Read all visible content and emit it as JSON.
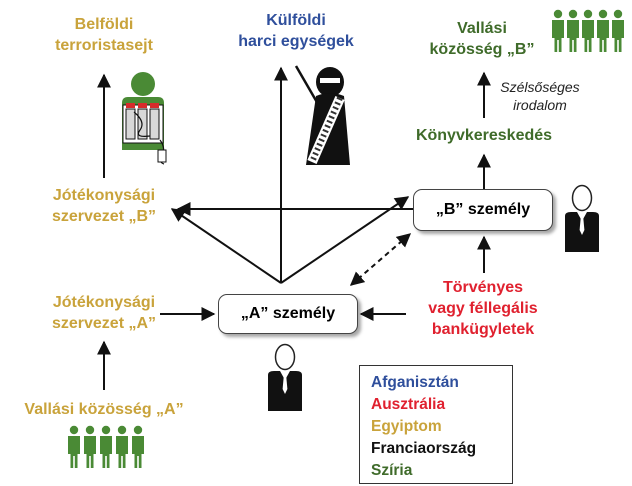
{
  "labels": {
    "domestic_terror": [
      "Belföldi",
      "terroristasejt"
    ],
    "foreign_units": [
      "Külföldi",
      "harci egységek"
    ],
    "religious_b": [
      "Vallási",
      "közösség „B”"
    ],
    "extremist_lit": [
      "Szélsőséges",
      "irodalom"
    ],
    "bookstore": "Könyvkereskedés",
    "charity_b": [
      "Jótékonysági",
      "szervezet „B”"
    ],
    "person_b": "„B” személy",
    "legal_banking": [
      "Törvényes",
      "vagy féllegális",
      "bankügyletek"
    ],
    "charity_a": [
      "Jótékonysági",
      "szervezet „A”"
    ],
    "person_a": "„A” személy",
    "religious_a": "Vallási közösség „A”"
  },
  "legend": [
    {
      "text": "Afganisztán",
      "color": "#2f4f9c"
    },
    {
      "text": "Ausztrália",
      "color": "#e0212f"
    },
    {
      "text": "Egyiptom",
      "color": "#c9a33b"
    },
    {
      "text": "Franciaország",
      "color": "#111111"
    },
    {
      "text": "Szíria",
      "color": "#3f6b2a"
    }
  ],
  "colors": {
    "egypt_gold": "#c9a33b",
    "afghanistan_blue": "#2f4f9c",
    "syria_green": "#3f6b2a",
    "australia_red": "#e0212f",
    "crowd_green": "#4a8a35"
  }
}
